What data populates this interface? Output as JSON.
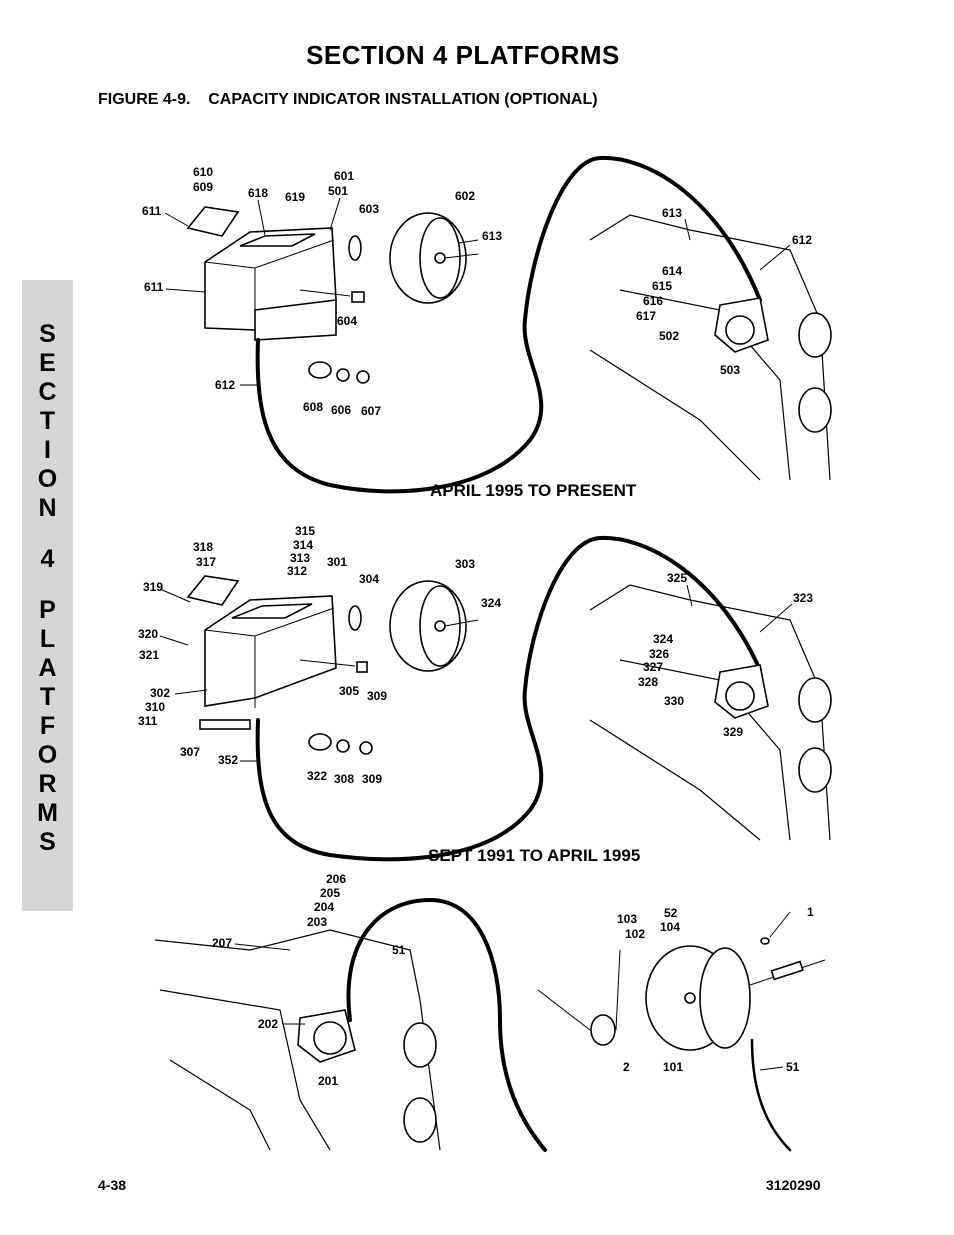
{
  "header": {
    "section_title": "SECTION 4  PLATFORMS",
    "figure_title": "FIGURE 4-9.    CAPACITY INDICATOR INSTALLATION (OPTIONAL)"
  },
  "side_tab": {
    "letters": [
      "S",
      "E",
      "C",
      "T",
      "I",
      "O",
      "N",
      "4",
      "P",
      "L",
      "A",
      "T",
      "F",
      "O",
      "R",
      "M",
      "S"
    ]
  },
  "captions": {
    "top": "APRIL 1995 TO PRESENT",
    "middle": "SEPT 1991 TO APRIL 1995"
  },
  "callouts": {
    "top": [
      "610",
      "609",
      "618",
      "619",
      "601",
      "501",
      "603",
      "602",
      "613",
      "611",
      "611",
      "604",
      "612",
      "608",
      "606",
      "607",
      "613",
      "614",
      "615",
      "616",
      "617",
      "612",
      "502",
      "503"
    ],
    "middle": [
      "315",
      "314",
      "313",
      "312",
      "318",
      "317",
      "301",
      "304",
      "303",
      "324",
      "319",
      "320",
      "321",
      "302",
      "310",
      "311",
      "305",
      "309",
      "307",
      "352",
      "322",
      "308",
      "309",
      "325",
      "323",
      "324",
      "326",
      "327",
      "328",
      "330",
      "329"
    ],
    "bottom": [
      "206",
      "205",
      "204",
      "203",
      "207",
      "51",
      "202",
      "201",
      "103",
      "102",
      "52",
      "104",
      "1",
      "2",
      "101",
      "51"
    ]
  },
  "footer": {
    "page_number": "4-38",
    "doc_number": "3120290"
  }
}
